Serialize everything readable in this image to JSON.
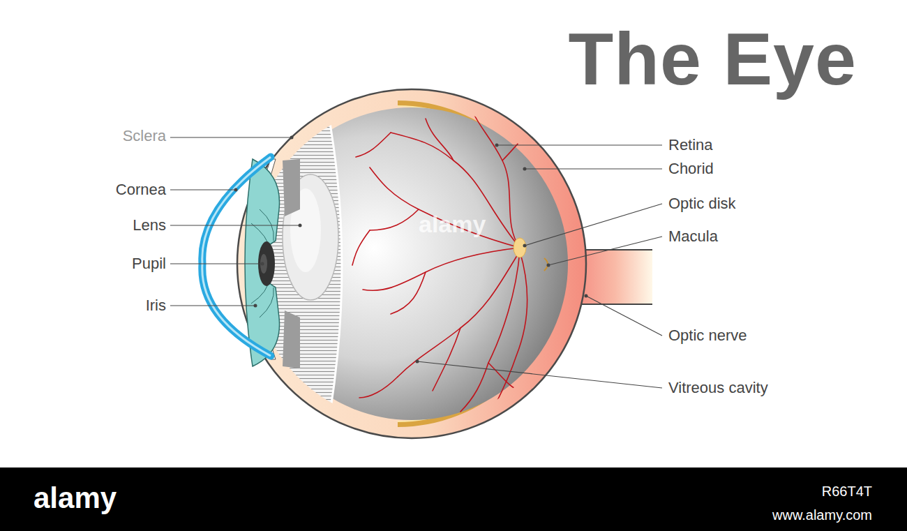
{
  "diagram": {
    "title": "The Eye",
    "labels": [
      "Sclera",
      "Cornea",
      "Lens",
      "Pupil",
      "Iris",
      "Retina",
      "Chorid",
      "Optic disk",
      "Macula",
      "Optic nerve",
      "Vitreous cavity",
      "alamy",
      "alamy",
      "R66T4T",
      "www.alamy.com"
    ]
  }
}
